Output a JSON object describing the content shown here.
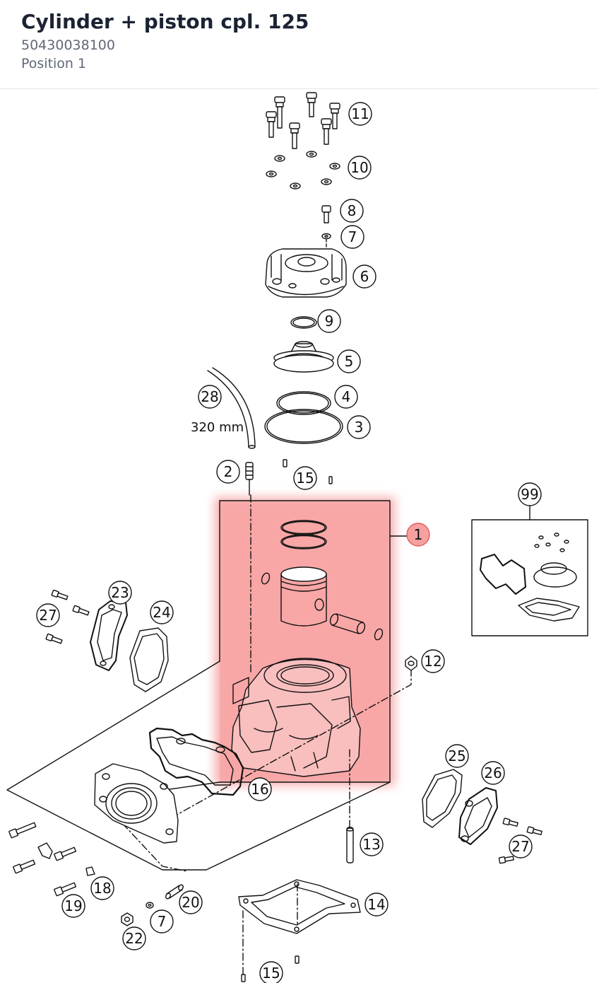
{
  "header": {
    "title": "Cylinder + piston cpl. 125",
    "part_number": "50430038100",
    "position": "Position 1"
  },
  "colors": {
    "highlight": "#f7a0a0",
    "highlight_stroke": "#e05a5a",
    "line": "#111111",
    "title": "#1b2333",
    "subtitle": "#5f6877"
  },
  "diagram": {
    "highlighted_callout": "1",
    "callouts": [
      {
        "id": "11",
        "label": "11"
      },
      {
        "id": "10",
        "label": "10"
      },
      {
        "id": "8",
        "label": "8"
      },
      {
        "id": "7a",
        "label": "7"
      },
      {
        "id": "6",
        "label": "6"
      },
      {
        "id": "9",
        "label": "9"
      },
      {
        "id": "5",
        "label": "5"
      },
      {
        "id": "4",
        "label": "4"
      },
      {
        "id": "3",
        "label": "3"
      },
      {
        "id": "28",
        "label": "28"
      },
      {
        "id": "2",
        "label": "2"
      },
      {
        "id": "15a",
        "label": "15"
      },
      {
        "id": "99",
        "label": "99"
      },
      {
        "id": "1",
        "label": "1"
      },
      {
        "id": "23",
        "label": "23"
      },
      {
        "id": "24",
        "label": "24"
      },
      {
        "id": "27a",
        "label": "27"
      },
      {
        "id": "12",
        "label": "12"
      },
      {
        "id": "16",
        "label": "16"
      },
      {
        "id": "25",
        "label": "25"
      },
      {
        "id": "26",
        "label": "26"
      },
      {
        "id": "27b",
        "label": "27"
      },
      {
        "id": "13",
        "label": "13"
      },
      {
        "id": "18",
        "label": "18"
      },
      {
        "id": "19",
        "label": "19"
      },
      {
        "id": "20",
        "label": "20"
      },
      {
        "id": "7b",
        "label": "7"
      },
      {
        "id": "22",
        "label": "22"
      },
      {
        "id": "14",
        "label": "14"
      },
      {
        "id": "15b",
        "label": "15"
      }
    ],
    "dimension_label": "320 mm"
  }
}
